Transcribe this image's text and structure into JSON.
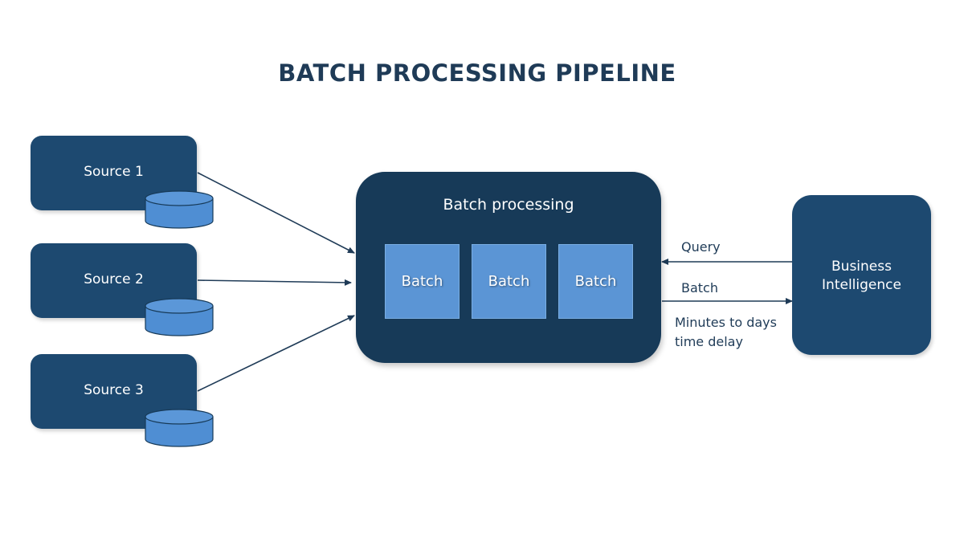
{
  "title": "BATCH PROCESSING PIPELINE",
  "sources": [
    {
      "label": "Source 1",
      "icon": "database-icon"
    },
    {
      "label": "Source 2",
      "icon": "database-icon"
    },
    {
      "label": "Source 3",
      "icon": "database-icon"
    }
  ],
  "processing": {
    "title": "Batch processing",
    "batches": [
      "Batch",
      "Batch",
      "Batch"
    ]
  },
  "business_intelligence": {
    "line1": "Business",
    "line2": "Intelligence"
  },
  "edges": {
    "query_label": "Query",
    "batch_label": "Batch",
    "delay_line1": "Minutes to days",
    "delay_line2": "time delay"
  },
  "colors": {
    "node_fill": "#1d4970",
    "processing_fill": "#173a58",
    "batch_fill": "#5b95d5",
    "database_fill": "#4f8ed3",
    "title_text": "#1f3b57",
    "arrow": "#1f3b57"
  }
}
